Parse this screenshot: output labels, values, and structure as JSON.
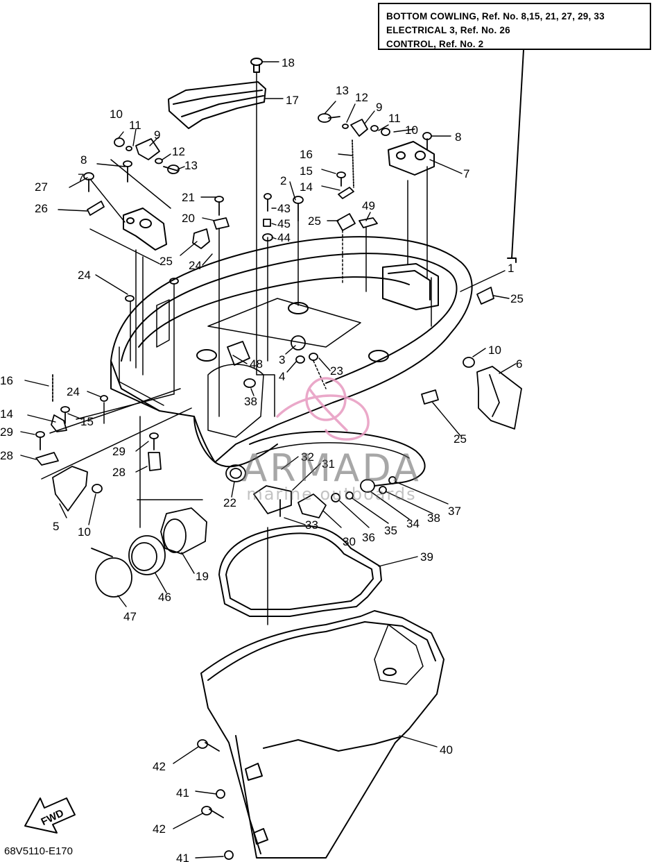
{
  "reference_box": {
    "lines": [
      "BOTTOM COWLING,  Ref. No. 8,15, 21, 27, 29, 33",
      "ELECTRICAL 3,  Ref. No. 26",
      "CONTROL, Ref. No. 2"
    ]
  },
  "diagram_code": "68V5110-E170",
  "watermark": {
    "brand": "ARMADA",
    "tagline": "marine outboards",
    "logo_color": "#e79ac0"
  },
  "fwd_arrow": {
    "label": "FWD"
  },
  "callouts": [
    {
      "id": "c1",
      "text": "1"
    },
    {
      "id": "c2",
      "text": "2"
    },
    {
      "id": "c3",
      "text": "3"
    },
    {
      "id": "c4",
      "text": "4"
    },
    {
      "id": "c5",
      "text": "5"
    },
    {
      "id": "c6",
      "text": "6"
    },
    {
      "id": "c7a",
      "text": "7"
    },
    {
      "id": "c7b",
      "text": "7"
    },
    {
      "id": "c8a",
      "text": "8"
    },
    {
      "id": "c8b",
      "text": "8"
    },
    {
      "id": "c9a",
      "text": "9"
    },
    {
      "id": "c9b",
      "text": "9"
    },
    {
      "id": "c10a",
      "text": "10"
    },
    {
      "id": "c10b",
      "text": "10"
    },
    {
      "id": "c10c",
      "text": "10"
    },
    {
      "id": "c10d",
      "text": "10"
    },
    {
      "id": "c11a",
      "text": "11"
    },
    {
      "id": "c11b",
      "text": "11"
    },
    {
      "id": "c12a",
      "text": "12"
    },
    {
      "id": "c12b",
      "text": "12"
    },
    {
      "id": "c13a",
      "text": "13"
    },
    {
      "id": "c13b",
      "text": "13"
    },
    {
      "id": "c14a",
      "text": "14"
    },
    {
      "id": "c14b",
      "text": "14"
    },
    {
      "id": "c15a",
      "text": "15"
    },
    {
      "id": "c15b",
      "text": "15"
    },
    {
      "id": "c16a",
      "text": "16"
    },
    {
      "id": "c16b",
      "text": "16"
    },
    {
      "id": "c17",
      "text": "17"
    },
    {
      "id": "c18",
      "text": "18"
    },
    {
      "id": "c19",
      "text": "19"
    },
    {
      "id": "c20",
      "text": "20"
    },
    {
      "id": "c21",
      "text": "21"
    },
    {
      "id": "c22",
      "text": "22"
    },
    {
      "id": "c23",
      "text": "23"
    },
    {
      "id": "c24a",
      "text": "24"
    },
    {
      "id": "c24b",
      "text": "24"
    },
    {
      "id": "c24c",
      "text": "24"
    },
    {
      "id": "c25a",
      "text": "25"
    },
    {
      "id": "c25b",
      "text": "25"
    },
    {
      "id": "c25c",
      "text": "25"
    },
    {
      "id": "c25d",
      "text": "25"
    },
    {
      "id": "c26",
      "text": "26"
    },
    {
      "id": "c27",
      "text": "27"
    },
    {
      "id": "c28a",
      "text": "28"
    },
    {
      "id": "c28b",
      "text": "28"
    },
    {
      "id": "c29a",
      "text": "29"
    },
    {
      "id": "c29b",
      "text": "29"
    },
    {
      "id": "c30",
      "text": "30"
    },
    {
      "id": "c31",
      "text": "31"
    },
    {
      "id": "c32",
      "text": "32"
    },
    {
      "id": "c33",
      "text": "33"
    },
    {
      "id": "c34",
      "text": "34"
    },
    {
      "id": "c35",
      "text": "35"
    },
    {
      "id": "c36",
      "text": "36"
    },
    {
      "id": "c37",
      "text": "37"
    },
    {
      "id": "c38a",
      "text": "38"
    },
    {
      "id": "c38b",
      "text": "38"
    },
    {
      "id": "c39",
      "text": "39"
    },
    {
      "id": "c40",
      "text": "40"
    },
    {
      "id": "c41a",
      "text": "41"
    },
    {
      "id": "c41b",
      "text": "41"
    },
    {
      "id": "c42a",
      "text": "42"
    },
    {
      "id": "c42b",
      "text": "42"
    },
    {
      "id": "c43",
      "text": "43"
    },
    {
      "id": "c44",
      "text": "44"
    },
    {
      "id": "c45",
      "text": "45"
    },
    {
      "id": "c46",
      "text": "46"
    },
    {
      "id": "c47",
      "text": "47"
    },
    {
      "id": "c48",
      "text": "48"
    },
    {
      "id": "c49",
      "text": "49"
    }
  ]
}
